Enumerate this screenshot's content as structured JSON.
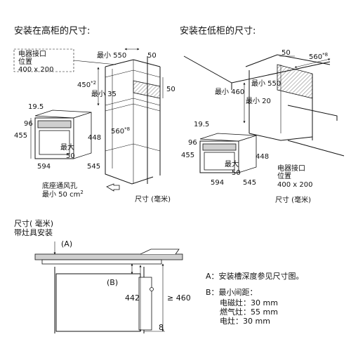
{
  "title_tall": "安装在高柜的尺寸:",
  "title_low": "安装在低柜的尺寸:",
  "tall": {
    "socket_label_1": "电器接口",
    "socket_label_2": "位置",
    "socket_size": "400 x 200",
    "min550": "最小 550",
    "d50_top": "50",
    "d50_right": "50",
    "d450": "450",
    "d450_sup": "*2",
    "min35": "最小 35",
    "d560": "560",
    "d560_sup": "*8",
    "d19_5": "19.5",
    "d96": "96",
    "d455": "455",
    "d448": "448",
    "max_label": "最大",
    "d50_max": "50",
    "d594": "594",
    "d545": "545",
    "vent_1": "底座通风孔",
    "vent_2": "最小 50 cm",
    "vent_sup": "2",
    "unit": "尺寸 (毫米)"
  },
  "low": {
    "d50_top": "50",
    "d560": "560",
    "d560_sup": "*8",
    "min460": "最小 460",
    "min550": "最小 550",
    "min20": "最小 20",
    "d19_5": "19.5",
    "d96": "96",
    "d455": "455",
    "d448": "448",
    "max_label": "最大",
    "d50_max": "50",
    "d594": "594",
    "d545": "545",
    "socket_label": "电器接口",
    "socket_label2": "位置",
    "socket_size": "400 x 200",
    "unit": "尺寸 (毫米)"
  },
  "bottom": {
    "unit_1": "尺寸( 毫米)",
    "unit_2": "带灶具安装",
    "label_a": "(A)",
    "label_b": "(B)",
    "d442": "442",
    "d460": "≥ 460",
    "d8": "8"
  },
  "notes": {
    "a_line": "A：安装槽深度参见尺寸图。",
    "b_line": "B：最小间距：",
    "b1": "电磁灶：30 mm",
    "b2": "燃气灶：55 mm",
    "b3": "电灶：30 mm"
  }
}
